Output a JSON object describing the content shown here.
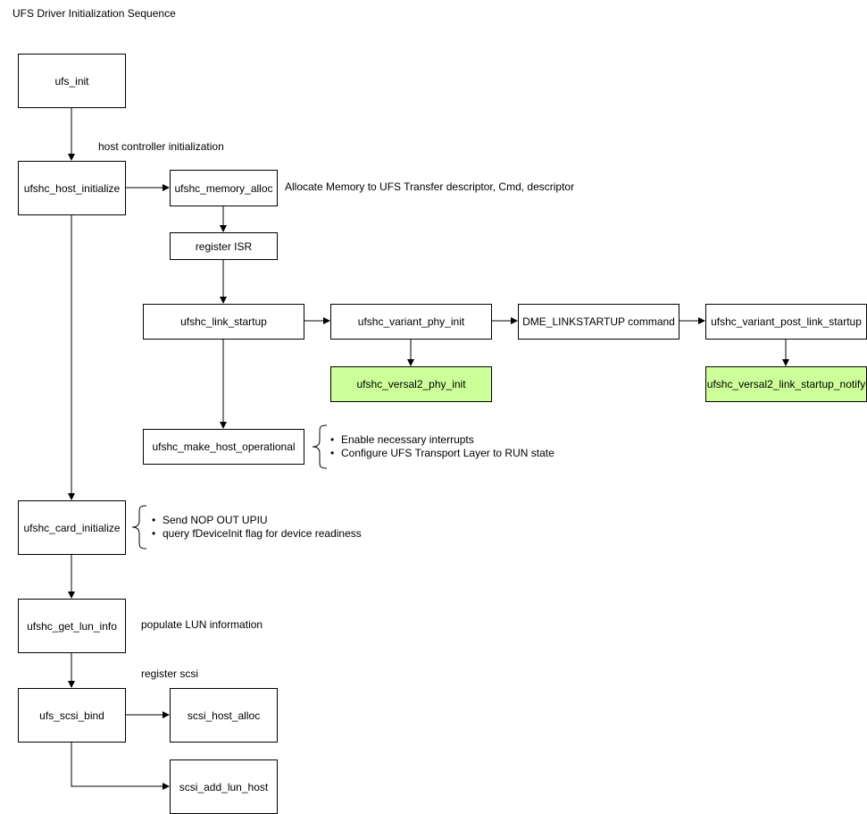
{
  "title": "UFS Driver Initialization Sequence",
  "nodes": {
    "ufs_init": "ufs_init",
    "host_initialize": "ufshc_host_initialize",
    "memory_alloc": "ufshc_memory_alloc",
    "register_isr": "register ISR",
    "link_startup": "ufshc_link_startup",
    "variant_phy_init": "ufshc_variant_phy_init",
    "dme_linkstartup": "DME_LINKSTARTUP command",
    "variant_post_link_startup": "ufshc_variant_post_link_startup",
    "versal2_phy_init": "ufshc_versal2_phy_init",
    "versal2_link_startup_notify": "ufshc_versal2_link_startup_notify",
    "make_host_operational": "ufshc_make_host_operational",
    "card_initialize": "ufshc_card_initialize",
    "get_lun_info": "ufshc_get_lun_info",
    "scsi_bind": "ufs_scsi_bind",
    "scsi_host_alloc": "scsi_host_alloc",
    "scsi_add_lun_host": "scsi_add_lun_host"
  },
  "labels": {
    "host_controller_init": "host controller initialization",
    "allocate_memory": "Allocate Memory to UFS Transfer descriptor, Cmd, descriptor",
    "populate_lun": "populate LUN information",
    "register_scsi": "register scsi"
  },
  "notes": {
    "make_host_operational": [
      "Enable necessary interrupts",
      "Configure UFS Transport Layer to RUN state"
    ],
    "card_initialize": [
      "Send NOP OUT UPIU",
      "query fDeviceInit flag for device readiness"
    ]
  },
  "colors": {
    "highlight": "#ccff99",
    "line": "#000000"
  }
}
